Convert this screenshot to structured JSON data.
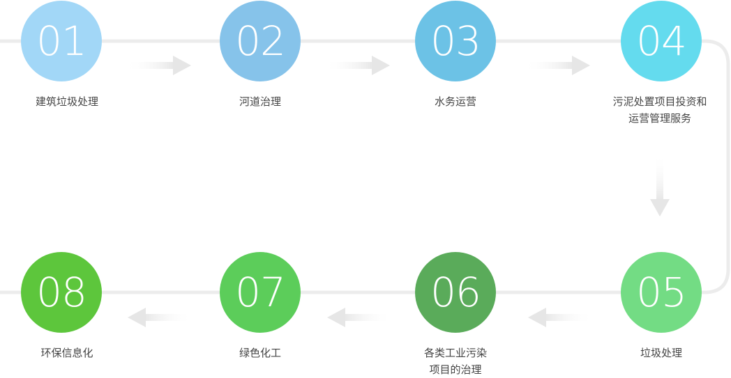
{
  "colors": {
    "line": "#ececec",
    "arrow": "#e6e6e6"
  },
  "steps": [
    {
      "number": "01",
      "label": "建筑垃圾处理",
      "color": "#a2d7f7"
    },
    {
      "number": "02",
      "label": "河道治理",
      "color": "#86c3ea"
    },
    {
      "number": "03",
      "label": "水务运营",
      "color": "#6cc2e6"
    },
    {
      "number": "04",
      "label": "污泥处置项目投资和\n运营管理服务",
      "color": "#64dbee"
    },
    {
      "number": "05",
      "label": "垃圾处理",
      "color": "#73dc84"
    },
    {
      "number": "06",
      "label": "各类工业污染\n项目的治理",
      "color": "#5aab5a"
    },
    {
      "number": "07",
      "label": "绿色化工",
      "color": "#5ccd5a"
    },
    {
      "number": "08",
      "label": "环保信息化",
      "color": "#5dc63c"
    }
  ]
}
